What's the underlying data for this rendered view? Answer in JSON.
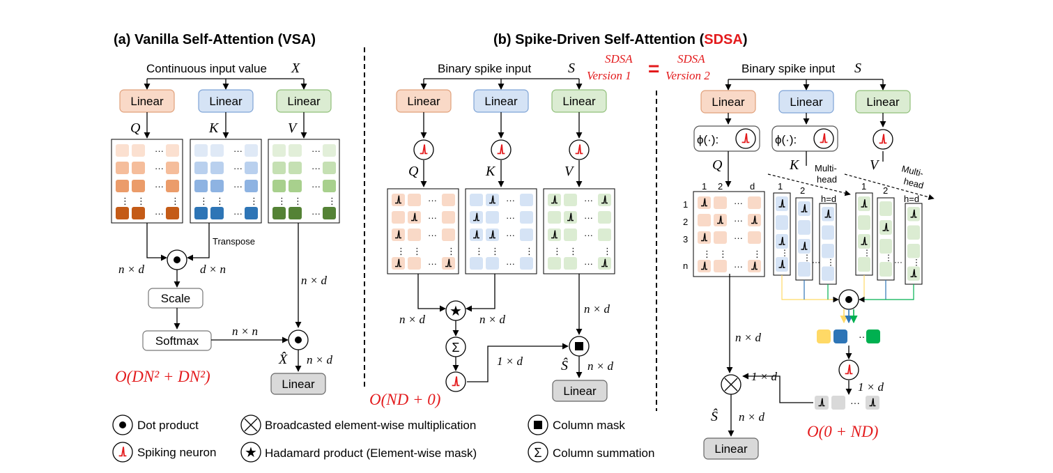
{
  "vsa": {
    "title_prefix": "(a) Vanilla Self-Attention (",
    "title_acronym": "VSA",
    "title_suffix": ")",
    "input_label": "Continuous input value",
    "input_var": "X",
    "q_var": "Q",
    "k_var": "K",
    "v_var": "V",
    "transpose": "Transpose",
    "scale": "Scale",
    "softmax": "Softmax",
    "output_var": "X̂",
    "complexity": "O(DN² + DN²)"
  },
  "sdsa": {
    "title_prefix": "(b) Spike-Driven Self-Attention (",
    "title_acronym": "SDSA",
    "title_suffix": ")",
    "version1_a": "SDSA",
    "version1_b": "Version 1",
    "equals": "=",
    "version2_a": "SDSA",
    "version2_b": "Version 2",
    "input_label": "Binary spike input",
    "input_var": "S",
    "q_var": "Q",
    "k_var": "K",
    "v_var": "V",
    "output_var": "Ŝ",
    "complexity_v1": "O(ND + 0)",
    "complexity_v2": "O(0 + ND)",
    "phi": "ϕ(·):",
    "multi_a": "Multi-",
    "multi_b": "head",
    "col_labels": [
      "1",
      "2",
      "d"
    ],
    "row_labels": [
      "1",
      "2",
      "3",
      "n"
    ],
    "head_labels": [
      "1",
      "2",
      "h=d"
    ]
  },
  "shared": {
    "linear": "Linear",
    "nxd": "n × d",
    "dxn": "d × n",
    "nxn": "n × n",
    "onexd": "1 × d",
    "dots": "···",
    "vdots": "⋮"
  },
  "legend": {
    "dot_product": "Dot product",
    "spiking_neuron": "Spiking neuron",
    "broadcast": "Broadcasted element-wise multiplication",
    "hadamard": "Hadamard product (Element-wise mask)",
    "column_mask": "Column mask",
    "column_sum": "Column summation"
  },
  "colors": {
    "q_fill": "#f9d9c7",
    "q_border": "#e0a07a",
    "k_fill": "#d5e3f5",
    "k_border": "#7ea3d6",
    "v_fill": "#dbecd2",
    "v_border": "#8fbf79",
    "q_rows": [
      "#fbe0d0",
      "#f5bd9b",
      "#eb9c6a",
      "#c45b17"
    ],
    "k_rows": [
      "#dfe9f6",
      "#b9d0ee",
      "#8eb3e2",
      "#2e75b6"
    ],
    "v_rows": [
      "#e2efd9",
      "#c5e0b3",
      "#a8d08d",
      "#548235"
    ],
    "head_colors": [
      "#ffd966",
      "#2e75b6",
      "#00b050"
    ],
    "output_box": "#d9d9d9",
    "accent_red": "#e31a1c"
  }
}
